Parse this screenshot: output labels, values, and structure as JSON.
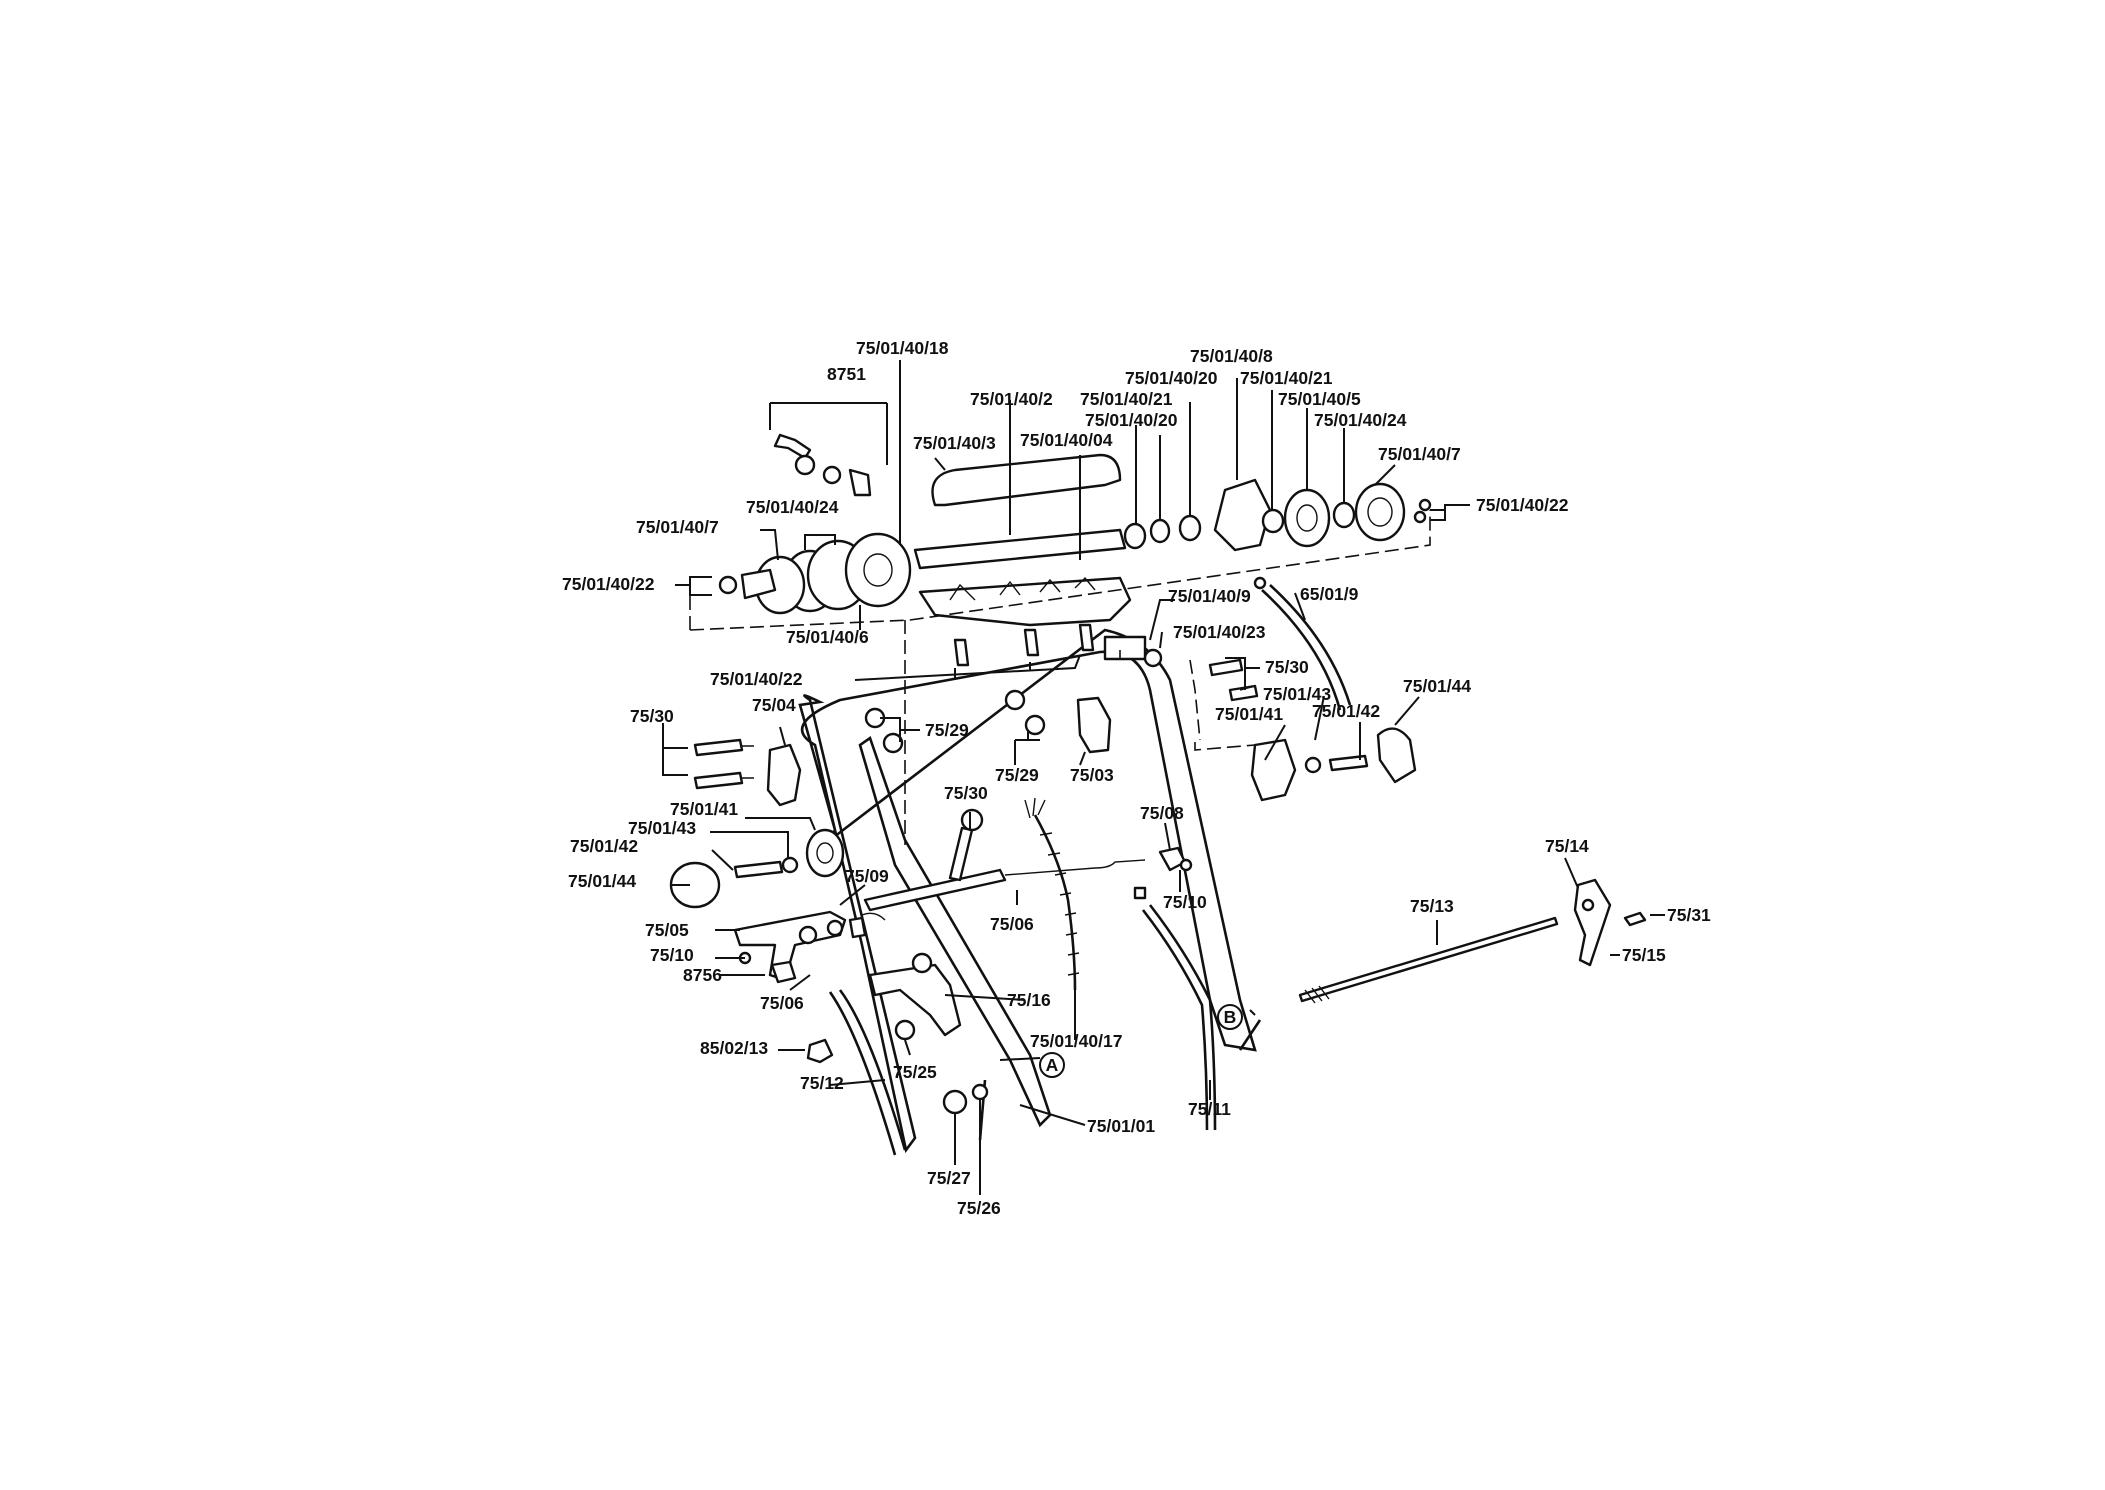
{
  "labels": {
    "l8751": "8751",
    "l_18": "75/01/40/18",
    "l_2": "75/01/40/2",
    "l_3": "75/01/40/3",
    "l_04": "75/01/40/04",
    "l_8": "75/01/40/8",
    "l_20a": "75/01/40/20",
    "l_21a": "75/01/40/21",
    "l_21b": "75/01/40/21",
    "l_20b": "75/01/40/20",
    "l_5": "75/01/40/5",
    "l_24a": "75/01/40/24",
    "l_7a": "75/01/40/7",
    "l_22a": "75/01/40/22",
    "l_24b": "75/01/40/24",
    "l_7b": "75/01/40/7",
    "l_22b": "75/01/40/22",
    "l_6": "75/01/40/6",
    "l_9": "75/01/40/9",
    "l_65": "65/01/9",
    "l_23": "75/01/40/23",
    "l_22c": "75/01/40/22",
    "l_30a": "75/30",
    "l_43a": "75/01/43",
    "l_44a": "75/01/44",
    "l_41a": "75/01/41",
    "l_42a": "75/01/42",
    "l_30b": "75/30",
    "l_04b": "75/04",
    "l_29a": "75/29",
    "l_29b": "75/29",
    "l_03": "75/03",
    "l_30c": "75/30",
    "l_41b": "75/01/41",
    "l_43b": "75/01/43",
    "l_42b": "75/01/42",
    "l_44b": "75/01/44",
    "l_08": "75/08",
    "l_10a": "75/10",
    "l_14": "75/14",
    "l_13": "75/13",
    "l_31": "75/31",
    "l_15": "75/15",
    "l_09": "75/09",
    "l_06a": "75/06",
    "l_05": "75/05",
    "l_10b": "75/10",
    "l_8756": "8756",
    "l_06b": "75/06",
    "l_16": "75/16",
    "l_17": "75/01/40/17",
    "l_8502": "85/02/13",
    "l_12": "75/12",
    "l_25": "75/25",
    "l_0101": "75/01/01",
    "l_11": "75/11",
    "l_27": "75/27",
    "l_26": "75/26"
  },
  "markers": {
    "a": "A",
    "b": "B"
  }
}
